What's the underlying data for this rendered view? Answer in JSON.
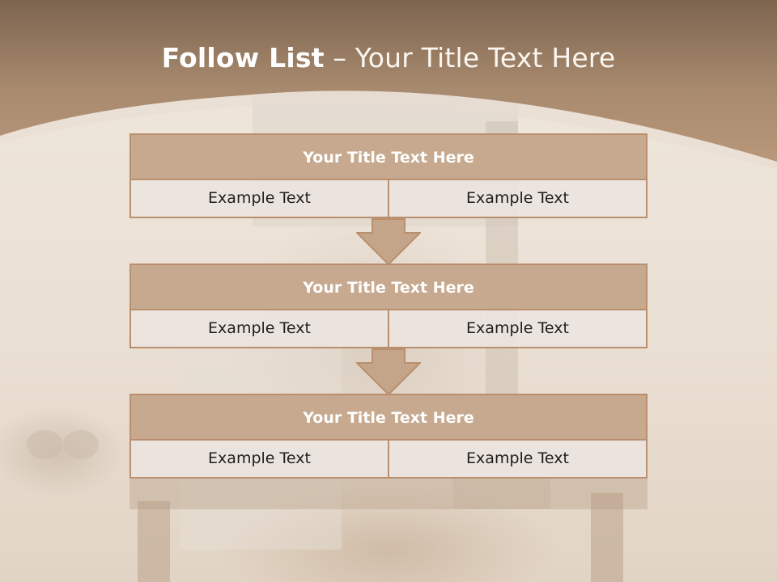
{
  "title": {
    "bold": "Follow List",
    "separator": " – ",
    "rest": "Your Title Text Here"
  },
  "steps": [
    {
      "title": "Your Title Text Here",
      "left": "Example Text",
      "right": "Example Text"
    },
    {
      "title": "Your Title Text Here",
      "left": "Example Text",
      "right": "Example Text"
    },
    {
      "title": "Your Title Text Here",
      "left": "Example Text",
      "right": "Example Text"
    }
  ],
  "colors": {
    "header_top": "#7d6550",
    "header_bottom": "#b8977a",
    "box_title_fill": "#c4a589",
    "box_border": "#b98f6e",
    "cell_fill": "#ece4de",
    "arrow_fill": "#c4a589"
  }
}
